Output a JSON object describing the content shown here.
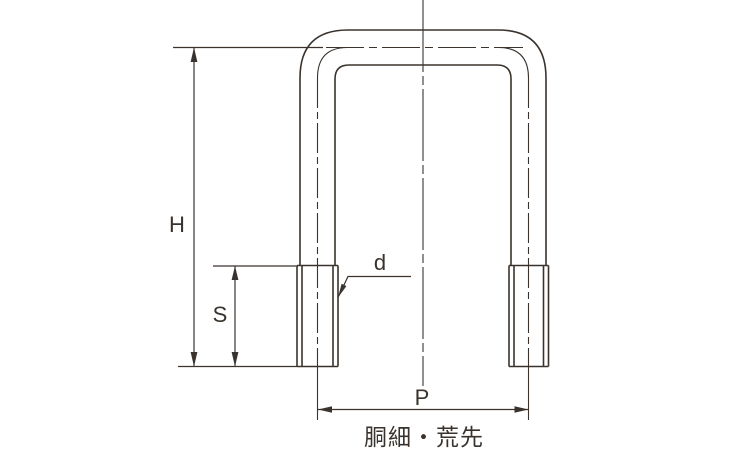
{
  "drawing": {
    "type": "technical-drawing-square-u-bolt",
    "caption": "胴細・荒先",
    "dimension_labels": {
      "overall_height": "H",
      "thread_length": "S",
      "rod_diameter": "d",
      "pitch_width": "P"
    },
    "colors": {
      "line": "#3a332d",
      "background": "#ffffff"
    }
  }
}
